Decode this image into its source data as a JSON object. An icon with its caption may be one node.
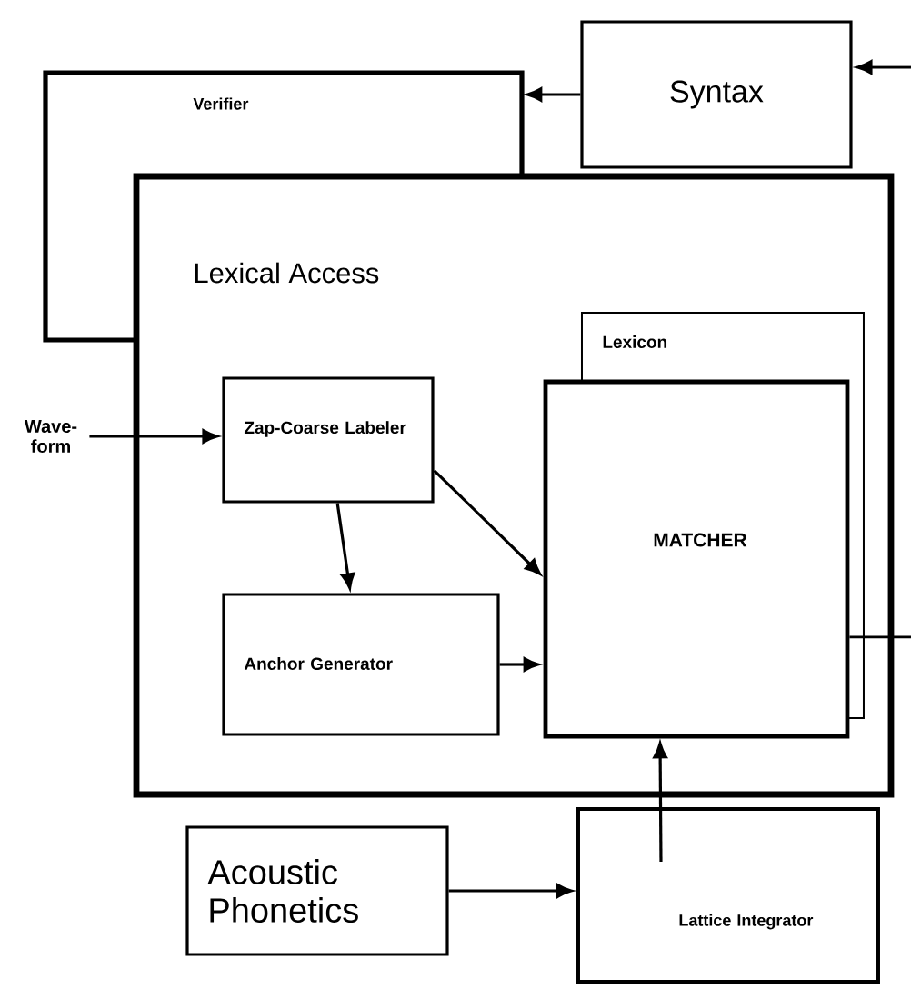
{
  "diagram": {
    "nodes": [
      {
        "text": [
          "Syntax"
        ]
      },
      {
        "text": [
          "Verifier"
        ]
      },
      {
        "text": [
          "Lexical Access"
        ]
      },
      {
        "text": [
          "Lexicon"
        ],
        "in": 2
      },
      {
        "text": [
          "MATCHER"
        ],
        "in": 2
      },
      {
        "text": [
          "Zap-Coarse Labeler"
        ],
        "in": 2
      },
      {
        "text": [
          "Anchor Generator"
        ],
        "in": 2
      },
      {
        "text": [
          "Wave- form"
        ]
      },
      {
        "text": [
          "Acoustic Phonetics"
        ]
      },
      {
        "text": [
          "Lattice Integrator"
        ]
      }
    ],
    "edges": [
      {
        "from": null,
        "to": 0,
        "arrow": "to"
      },
      {
        "from": 0,
        "to": 1,
        "arrow": "to"
      },
      {
        "from": 7,
        "to": 5,
        "arrow": "to"
      },
      {
        "from": 5,
        "to": 4,
        "arrow": "to"
      },
      {
        "from": 5,
        "to": 6,
        "arrow": "to"
      },
      {
        "from": 6,
        "to": 4,
        "arrow": "to"
      },
      {
        "from": 4,
        "to": null,
        "arrow": "none"
      },
      {
        "from": 8,
        "to": 9,
        "arrow": "to"
      },
      {
        "from": 9,
        "to": 4,
        "arrow": "to"
      }
    ]
  }
}
